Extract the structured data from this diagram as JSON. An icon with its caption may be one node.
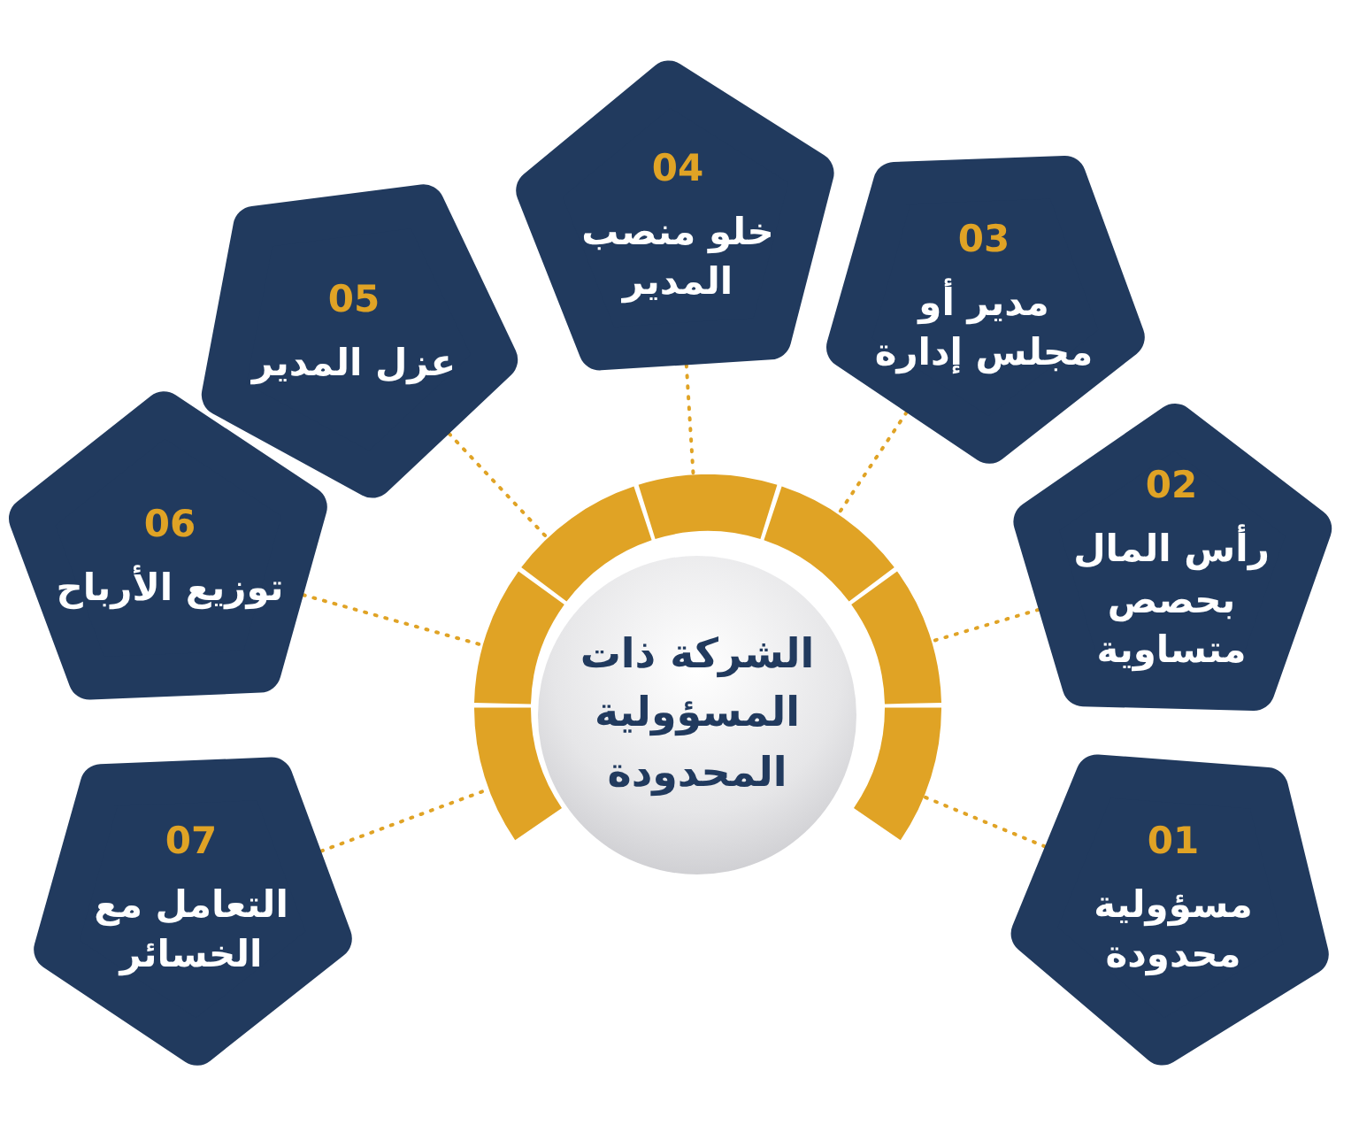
{
  "diagram": {
    "nodes": [
      {
        "text": [
          "الشركة ذات المسؤولية المحدودة"
        ]
      },
      {
        "text": [
          "01",
          "مسؤولية محدودة"
        ]
      },
      {
        "text": [
          "02",
          "رأس المال بحصص متساوية"
        ]
      },
      {
        "text": [
          "03",
          "مدير أو مجلس إدارة"
        ]
      },
      {
        "text": [
          "04",
          "خلو منصب المدير"
        ]
      },
      {
        "text": [
          "05",
          "عزل المدير"
        ]
      },
      {
        "text": [
          "06",
          "توزيع الأرباح"
        ]
      },
      {
        "text": [
          "07",
          "التعامل مع الخسائر"
        ]
      }
    ],
    "edges": [
      {
        "from": 1,
        "to": 0,
        "arrow": "none"
      },
      {
        "from": 2,
        "to": 0,
        "arrow": "none"
      },
      {
        "from": 3,
        "to": 0,
        "arrow": "none"
      },
      {
        "from": 4,
        "to": 0,
        "arrow": "none"
      },
      {
        "from": 5,
        "to": 0,
        "arrow": "none"
      },
      {
        "from": 6,
        "to": 0,
        "arrow": "none"
      },
      {
        "from": 7,
        "to": 0,
        "arrow": "none"
      }
    ]
  }
}
